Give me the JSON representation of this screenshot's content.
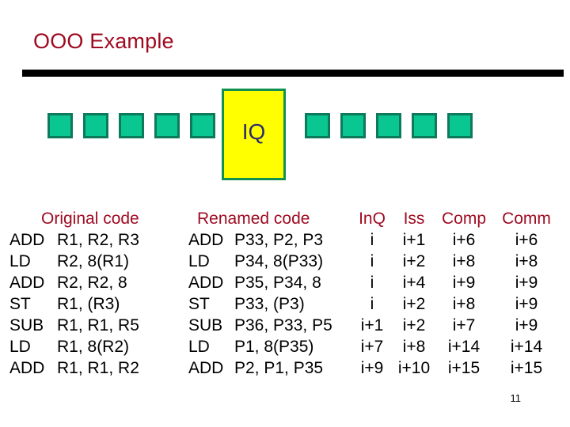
{
  "slide": {
    "title": "OOO Example",
    "page_number": "11",
    "accent_red": "#9e0b21",
    "rule_color": "#000000"
  },
  "pipeline": {
    "left_slots": 5,
    "right_slots": 5,
    "slot_fill": "#0ac791",
    "slot_border": "#0e7a5c",
    "queue_label": "IQ",
    "queue_fill": "#ffff00",
    "queue_border": "#119150",
    "queue_text_color": "#2b2b6e"
  },
  "table": {
    "headers": {
      "original": "Original code",
      "renamed": "Renamed code",
      "inq": "InQ",
      "iss": "Iss",
      "comp": "Comp",
      "comm": "Comm"
    },
    "rows": [
      {
        "orig_op": "ADD",
        "orig_args": "R1, R2, R3",
        "ren_op": "ADD",
        "ren_args": "P33, P2, P3",
        "inq": "i",
        "iss": "i+1",
        "comp": "i+6",
        "comm": "i+6"
      },
      {
        "orig_op": "LD",
        "orig_args": "R2, 8(R1)",
        "ren_op": "LD",
        "ren_args": "P34, 8(P33)",
        "inq": "i",
        "iss": "i+2",
        "comp": "i+8",
        "comm": "i+8"
      },
      {
        "orig_op": "ADD",
        "orig_args": "R2, R2, 8",
        "ren_op": "ADD",
        "ren_args": "P35, P34, 8",
        "inq": "i",
        "iss": "i+4",
        "comp": "i+9",
        "comm": "i+9"
      },
      {
        "orig_op": "ST",
        "orig_args": "R1, (R3)",
        "ren_op": "ST",
        "ren_args": "P33, (P3)",
        "inq": "i",
        "iss": "i+2",
        "comp": "i+8",
        "comm": "i+9"
      },
      {
        "orig_op": "SUB",
        "orig_args": "R1, R1, R5",
        "ren_op": "SUB",
        "ren_args": "P36, P33, P5",
        "inq": "i+1",
        "iss": "i+2",
        "comp": "i+7",
        "comm": "i+9"
      },
      {
        "orig_op": "LD",
        "orig_args": "R1, 8(R2)",
        "ren_op": "LD",
        "ren_args": "P1, 8(P35)",
        "inq": "i+7",
        "iss": "i+8",
        "comp": "i+14",
        "comm": "i+14"
      },
      {
        "orig_op": "ADD",
        "orig_args": "R1, R1, R2",
        "ren_op": "ADD",
        "ren_args": "P2, P1, P35",
        "inq": "i+9",
        "iss": "i+10",
        "comp": "i+15",
        "comm": "i+15"
      }
    ]
  }
}
